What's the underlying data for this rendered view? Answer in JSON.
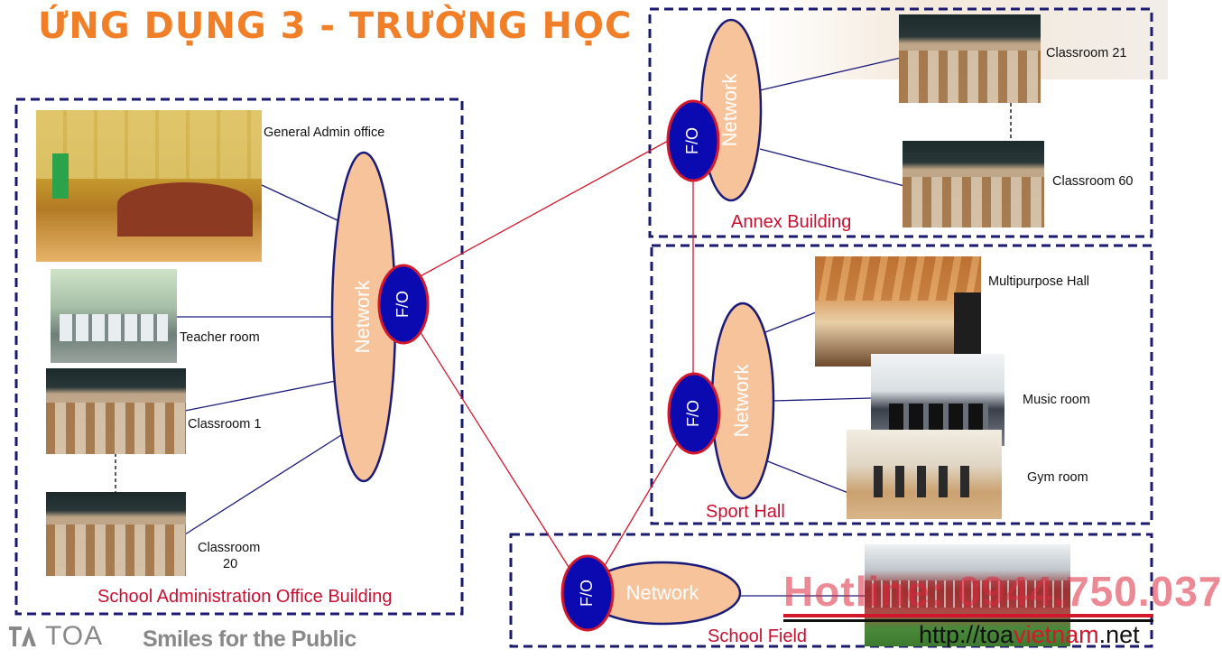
{
  "title": "ỨNG DỤNG 3 - TRƯỜNG HỌC",
  "colors": {
    "title": "#f07f27",
    "network_fill": "#f7c39a",
    "network_stroke": "#1a1a7a",
    "fo_fill": "#0a0ab0",
    "fo_stroke": "#d4182c",
    "building_label": "#c8102e",
    "fiber_link": "#d4182c",
    "copper_link": "#1a1a7a",
    "box_border": "#1a1a6e"
  },
  "node_labels": {
    "network": "Network",
    "fo": "F/O"
  },
  "buildings": {
    "admin": {
      "name": "School Administration Office Building",
      "rooms": [
        "General Admin office",
        "Teacher room",
        "Classroom 1",
        "Classroom",
        "20"
      ]
    },
    "annex": {
      "name": "Annex Building",
      "rooms": [
        "Classroom 21",
        "Classroom 60"
      ]
    },
    "sport": {
      "name": "Sport Hall",
      "rooms": [
        "Multipurpose Hall",
        "Music room",
        "Gym room"
      ]
    },
    "field": {
      "name": "School Field"
    }
  },
  "footer": {
    "brand": "TOA",
    "slogan": "Smiles for the Public",
    "hotline": "Hotline: 0944.750.037",
    "website_pre": "http://toa",
    "website_red": "vietnam",
    "website_post": ".net"
  }
}
